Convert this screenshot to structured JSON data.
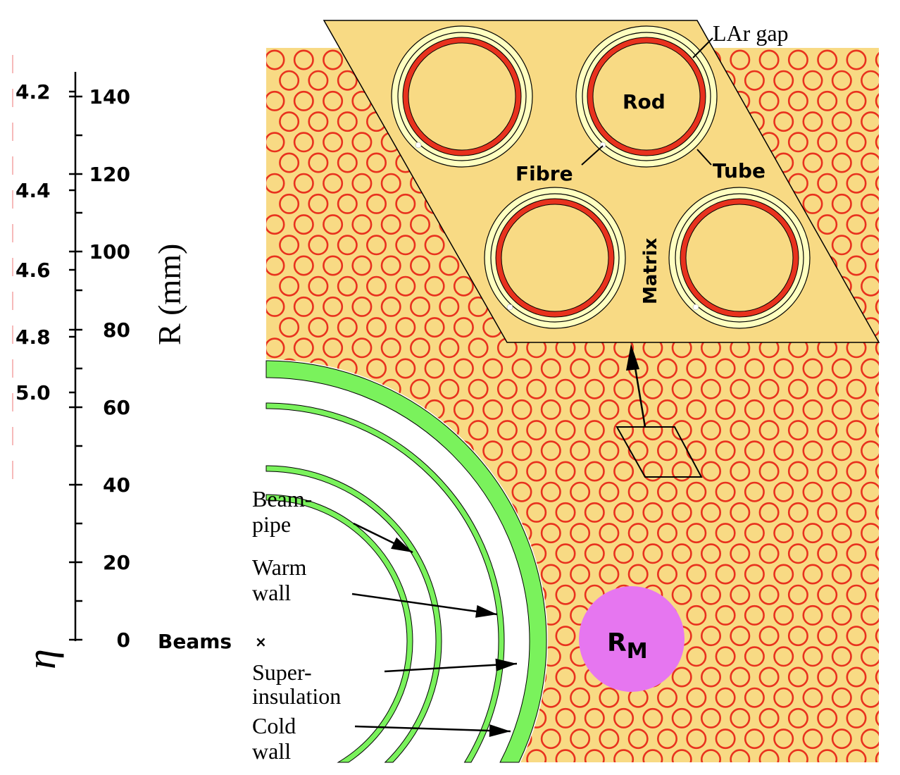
{
  "axis": {
    "eta_symbol": "η",
    "r_label": "R (mm)",
    "eta_ticks": [
      "4.2",
      "4.4",
      "4.6",
      "4.8",
      "5.0"
    ],
    "r_ticks": [
      "140",
      "120",
      "100",
      "80",
      "60",
      "40",
      "20",
      "0"
    ]
  },
  "beams_label": "Beams",
  "beams_marker": "×",
  "inset_labels": {
    "lar_gap": "LAr gap",
    "rod": "Rod",
    "fibre": "Fibre",
    "tube": "Tube",
    "matrix": "Matrix"
  },
  "wall_labels": {
    "beampipe_1": "Beam-",
    "beampipe_2": "pipe",
    "warm_1": "Warm",
    "warm_2": "wall",
    "super_1": "Super-",
    "super_2": "insulation",
    "cold_1": "Cold",
    "cold_2": "wall"
  },
  "moliere": {
    "base": "R",
    "sub": "M"
  },
  "colors": {
    "matrix_fill": "#f8da84",
    "rod_ring": "#e8321e",
    "wall_green": "#7af25c",
    "moliere_fill": "#e676f0"
  }
}
